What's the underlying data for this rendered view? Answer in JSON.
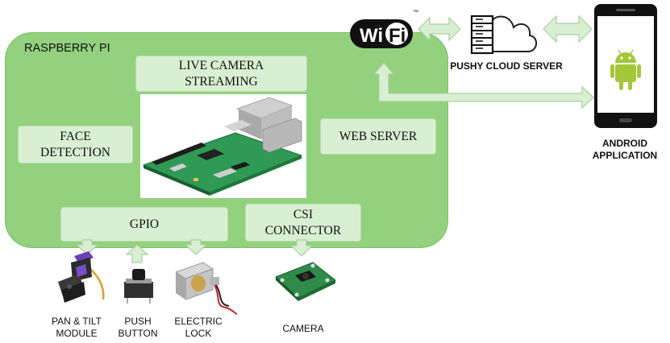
{
  "board": {
    "title": "RASPBERRY PI",
    "modules": {
      "live_camera": "LIVE CAMERA\nSTREAMING",
      "face_detection": "FACE\nDETECTION",
      "web_server": "WEB SERVER",
      "gpio": "GPIO",
      "csi": "CSI\nCONNECTOR"
    }
  },
  "network": {
    "wifi_logo": "WiFi",
    "trademark": "™",
    "cloud_label": "PUSHY CLOUD SERVER",
    "phone_label": "ANDROID\nAPPLICATION"
  },
  "peripherals": {
    "pan_tilt": "PAN & TILT\nMODULE",
    "push_button": "PUSH\nBUTTON",
    "electric_lock": "ELECTRIC\nLOCK",
    "camera": "CAMERA"
  },
  "colors": {
    "board_fill": "#93d17f",
    "module_fill": "#d9efd2",
    "arrow_fill": "#d9efd2",
    "android_green": "#a4c639"
  },
  "icons": [
    "wifi-logo",
    "cloud-server-icon",
    "smartphone-icon",
    "android-icon",
    "raspberry-pi-photo",
    "pan-tilt-icon",
    "push-button-icon",
    "electric-lock-icon",
    "camera-module-icon"
  ]
}
